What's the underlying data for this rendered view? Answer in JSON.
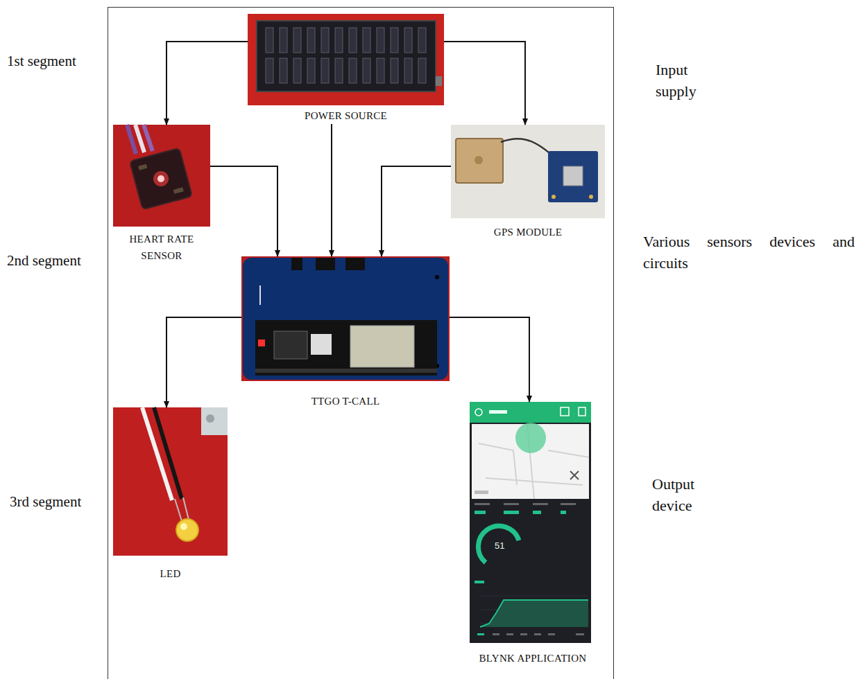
{
  "diagram": {
    "nodes": [
      {
        "text": [
          "POWER SOURCE"
        ]
      },
      {
        "text": [
          "HEART RATE SENSOR"
        ]
      },
      {
        "text": [
          "GPS MODULE"
        ]
      },
      {
        "text": [
          "TTGO T-CALL"
        ]
      },
      {
        "text": [
          "LED"
        ]
      },
      {
        "text": [
          "BLYNK APPLICATION"
        ]
      }
    ],
    "edges": [
      {
        "from": 0,
        "to": 1,
        "arrow": "to"
      },
      {
        "from": 0,
        "to": 2,
        "arrow": "to"
      },
      {
        "from": 0,
        "to": 3,
        "arrow": "to"
      },
      {
        "from": 1,
        "to": 3,
        "arrow": "to"
      },
      {
        "from": 2,
        "to": 3,
        "arrow": "to"
      },
      {
        "from": 3,
        "to": 4,
        "arrow": "to"
      },
      {
        "from": 3,
        "to": 5,
        "arrow": "to"
      }
    ],
    "labels": [
      "1st segment",
      "2nd segment",
      "3rd segment",
      "Input supply",
      "Various sensors devices and circuits",
      "Output device",
      "51"
    ]
  }
}
